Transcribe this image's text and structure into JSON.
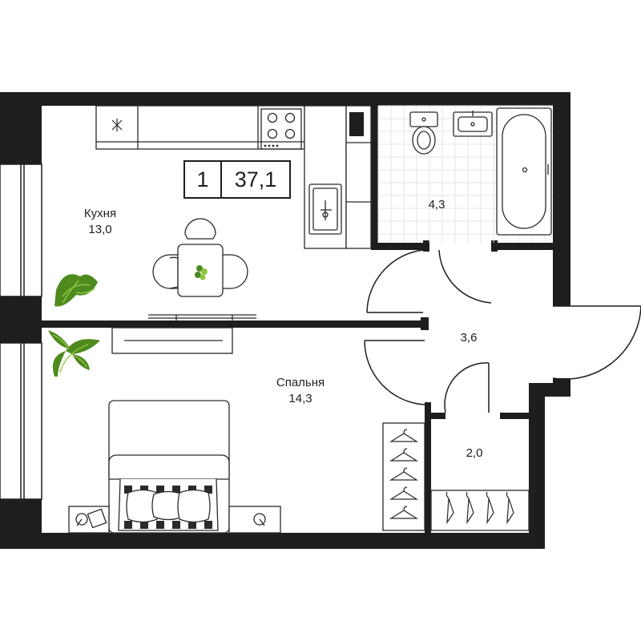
{
  "apartment": {
    "rooms_count": "1",
    "total_area": "37,1"
  },
  "rooms": {
    "kitchen": {
      "name": "Кухня",
      "area": "13,0"
    },
    "bedroom": {
      "name": "Спальня",
      "area": "14,3"
    },
    "bathroom": {
      "area": "4,3"
    },
    "hall": {
      "area": "3,6"
    },
    "wardrobe": {
      "area": "2,0"
    }
  },
  "colors": {
    "wall": "#1e1e1e",
    "line": "#2a2a2a",
    "plant_dark": "#4e8a1e",
    "plant_light": "#8cc63f"
  }
}
